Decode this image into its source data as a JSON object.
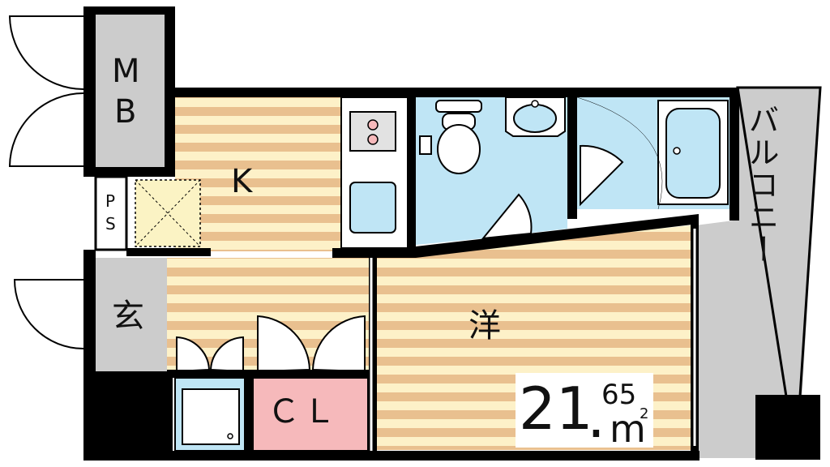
{
  "floorplan": {
    "rooms": {
      "mb_line1": "M",
      "mb_line2": "B",
      "ps_line1": "P",
      "ps_line2": "S",
      "kitchen": "K",
      "entrance": "玄",
      "western_room": "洋",
      "closet": "ＣＬ",
      "balcony": "バルコニー"
    },
    "area": {
      "integer": "21",
      "decimal": "65",
      "point": ".",
      "unit": "m",
      "superscript": "2"
    },
    "colors": {
      "wall": "#000000",
      "wood_light": "#fdf1c8",
      "wood_dark": "#e9c08f",
      "wet_area": "#bfe5f5",
      "closet_pink": "#f6b9bb",
      "balcony_gray": "#cccccc",
      "ps_yellow": "#fbf3c4"
    }
  }
}
